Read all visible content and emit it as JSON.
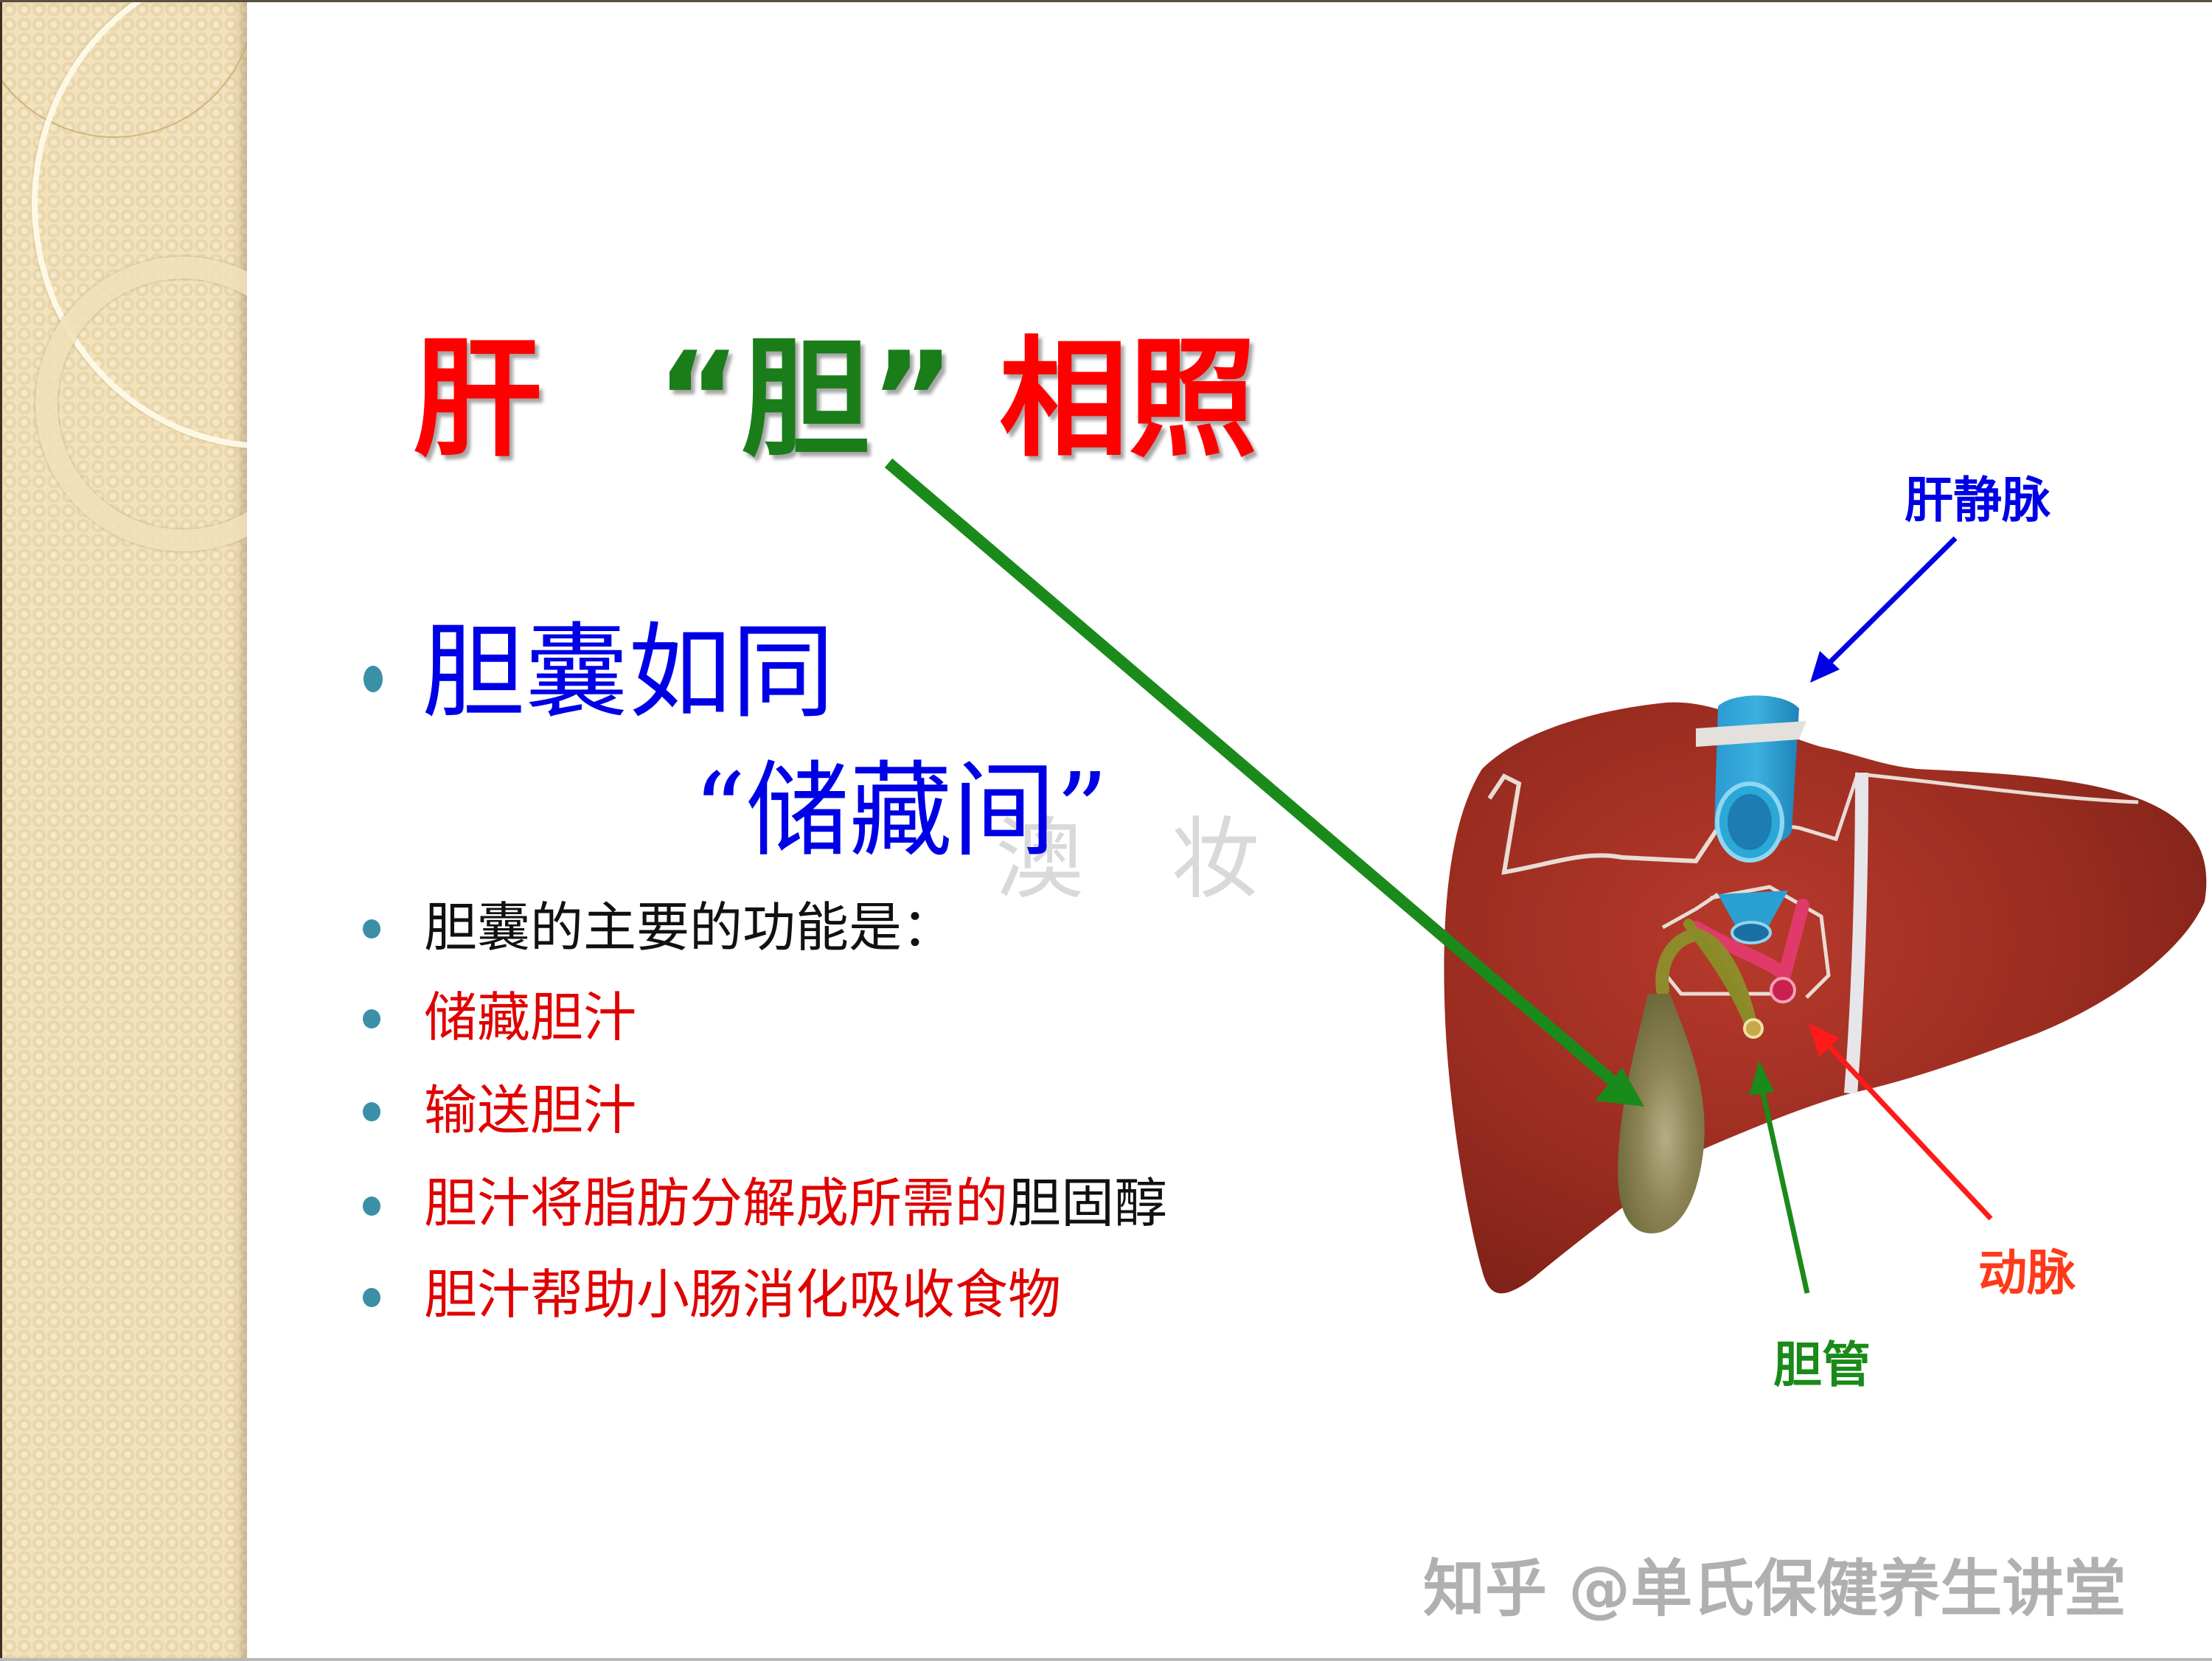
{
  "slide": {
    "title": {
      "part1": "肝",
      "part2": "“胆”",
      "part3": "相照",
      "colors": {
        "part1": "#ff0000",
        "part2": "#1a7d1a",
        "part3": "#ff0000"
      }
    },
    "lead_bullet": {
      "line1": "胆囊如同",
      "line2": "“储藏间”",
      "color": "#0000e6"
    },
    "bullets": [
      {
        "text": "胆囊的主要的功能是：",
        "color": "#111111"
      },
      {
        "text": "储藏胆汁",
        "color": "#e00000"
      },
      {
        "text": "输送胆汁",
        "color": "#e00000"
      },
      {
        "text_red": "胆汁将脂肪分解成所需的",
        "text_black": "胆固醇"
      },
      {
        "text": "胆汁帮助小肠消化吸收食物",
        "color": "#e00000"
      }
    ],
    "bullet_color": "#3b8fa7",
    "diagram": {
      "subject": "liver-with-gallbladder",
      "labels": {
        "hepatic_vein": "肝静脉",
        "artery": "动脉",
        "bile_duct": "胆管"
      },
      "label_colors": {
        "hepatic_vein": "#0000e6",
        "artery": "#ff3a1a",
        "bile_duct": "#1a8a1a"
      },
      "arrow_colors": {
        "title_to_gallbladder": "#1a8a1a",
        "hepatic_vein": "#0000e6",
        "artery": "#ff1a1a",
        "bile_duct": "#1a8a1a"
      }
    },
    "watermarks": {
      "faint_center": "澳 妆",
      "bottom": "知乎 @单氏保健养生讲堂"
    }
  }
}
